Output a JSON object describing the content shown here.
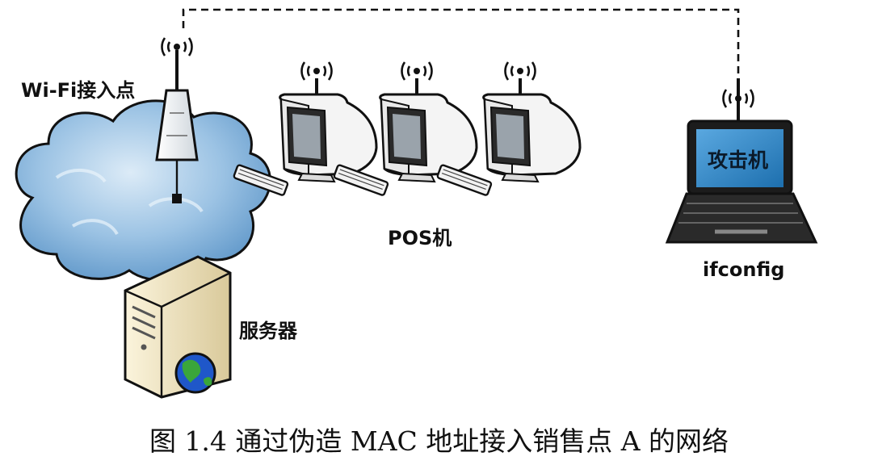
{
  "labels": {
    "access_point": "Wi-Fi接入点",
    "pos": "POS机",
    "server": "服务器",
    "attacker_screen": "攻击机",
    "attacker_command": "ifconfig"
  },
  "caption": "图 1.4    通过伪造 MAC 地址接入销售点 A 的网络",
  "colors": {
    "cloud_fill": "#7fb0d9",
    "cloud_light": "#c9dff0",
    "link_line": "#111111",
    "laptop_screen": "#2f86c8",
    "server_body": "#f1e6c2",
    "globe_ocean": "#1f57c9",
    "globe_land": "#3aa63a"
  },
  "icons": [
    "wifi-signal-icon",
    "antenna-tower-icon",
    "monitor-icon",
    "keyboard-icon",
    "laptop-icon",
    "server-tower-icon",
    "globe-icon",
    "cloud-icon"
  ]
}
